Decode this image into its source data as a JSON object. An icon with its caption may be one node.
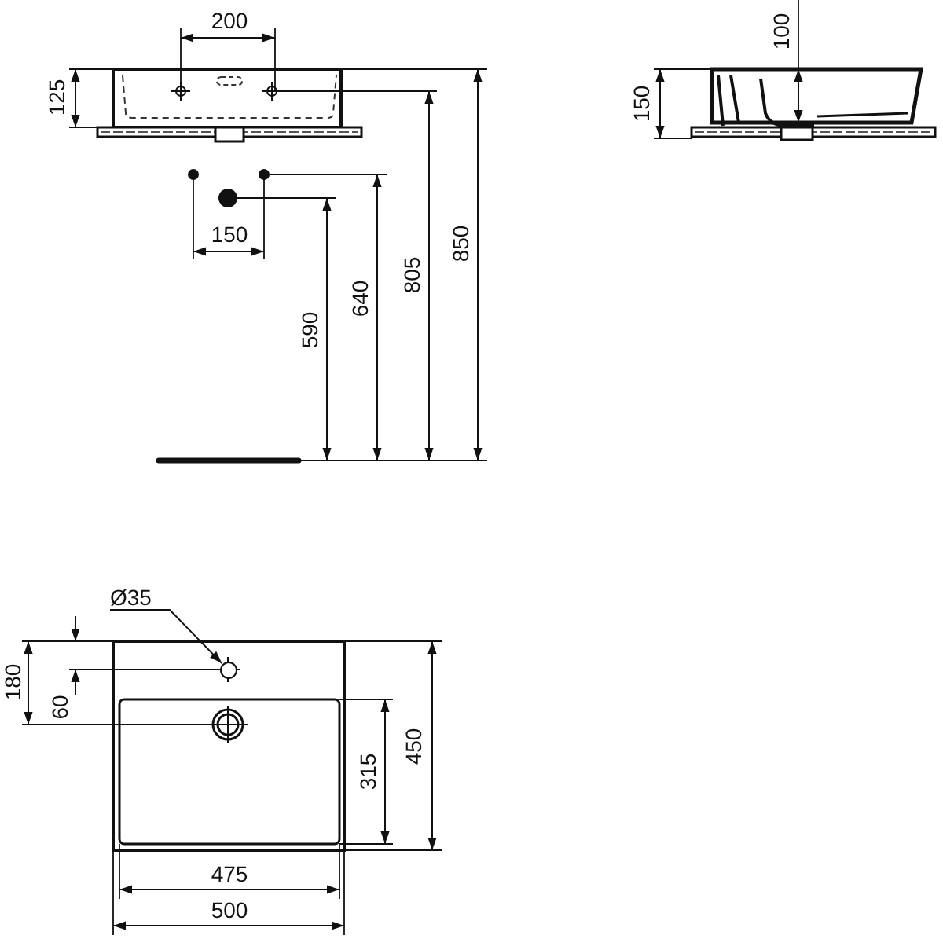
{
  "diagram": {
    "nodes": [
      {
        "text": [
          "Ø35"
        ]
      },
      {
        "text": [],
        "shape": "circle"
      }
    ],
    "edges": [
      {
        "from": 0,
        "to": 1,
        "arrow": "to"
      }
    ],
    "labels": [
      "200",
      "125",
      "100",
      "150",
      "150",
      "590",
      "640",
      "805",
      "850",
      "180",
      "60",
      "315",
      "450",
      "475",
      "500"
    ]
  }
}
